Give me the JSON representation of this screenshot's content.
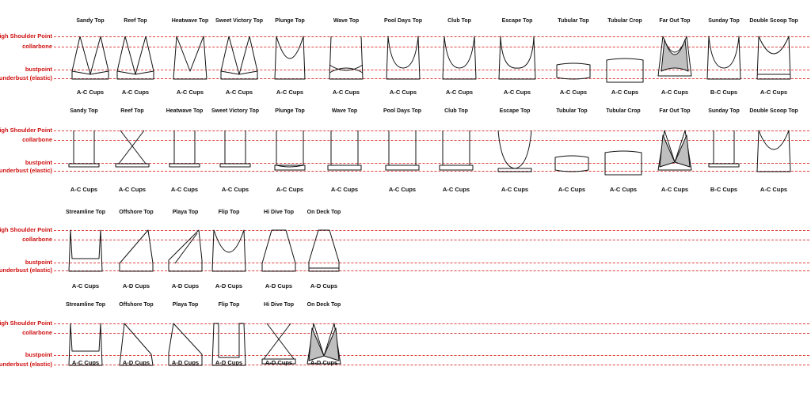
{
  "measure_labels": {
    "high_shoulder": "High Shoulder Point",
    "collarbone": "collarbone",
    "bustpoint": "bustpoint",
    "underbust": "underbust (elastic)"
  },
  "rows": [
    {
      "tops": [
        {
          "name": "Sandy Top",
          "cups": "A-C Cups",
          "shape": "tri"
        },
        {
          "name": "Reef Top",
          "cups": "A-C Cups",
          "shape": "tri"
        },
        {
          "name": "Heatwave Top",
          "cups": "A-C Cups",
          "shape": "vneck"
        },
        {
          "name": "Sweet Victory Top",
          "cups": "A-C Cups",
          "shape": "tri"
        },
        {
          "name": "Plunge Top",
          "cups": "A-C Cups",
          "shape": "plunge"
        },
        {
          "name": "Wave Top",
          "cups": "A-C Cups",
          "shape": "wave"
        },
        {
          "name": "Pool Days Top",
          "cups": "A-C Cups",
          "shape": "scoop"
        },
        {
          "name": "Club Top",
          "cups": "A-C Cups",
          "shape": "scoop"
        },
        {
          "name": "Escape Top",
          "cups": "A-C Cups",
          "shape": "escape"
        },
        {
          "name": "Tubular Top",
          "cups": "A-C Cups",
          "shape": "tube"
        },
        {
          "name": "Tubular Crop",
          "cups": "A-C Cups",
          "shape": "tubecrop"
        },
        {
          "name": "Far Out Top",
          "cups": "A-C Cups",
          "shape": "halter"
        },
        {
          "name": "Sunday Top",
          "cups": "B-C Cups",
          "shape": "scoop"
        },
        {
          "name": "Double Scoop Top",
          "cups": "A-C Cups",
          "shape": "dscoop"
        }
      ]
    },
    {
      "tops": [
        {
          "name": "Sandy Top",
          "cups": "A-C Cups",
          "shape": "band"
        },
        {
          "name": "Reef Top",
          "cups": "A-C Cups",
          "shape": "cross"
        },
        {
          "name": "Heatwave Top",
          "cups": "A-C Cups",
          "shape": "band"
        },
        {
          "name": "Sweet Victory Top",
          "cups": "A-C Cups",
          "shape": "band"
        },
        {
          "name": "Plunge Top",
          "cups": "A-C Cups",
          "shape": "backu"
        },
        {
          "name": "Wave Top",
          "cups": "A-C Cups",
          "shape": "backstraight"
        },
        {
          "name": "Pool Days Top",
          "cups": "A-C Cups",
          "shape": "backstraight"
        },
        {
          "name": "Club Top",
          "cups": "A-C Cups",
          "shape": "backstraight"
        },
        {
          "name": "Escape Top",
          "cups": "A-C Cups",
          "shape": "escapeback"
        },
        {
          "name": "Tubular Top",
          "cups": "A-C Cups",
          "shape": "tube"
        },
        {
          "name": "Tubular Crop",
          "cups": "A-C Cups",
          "shape": "tubecrop"
        },
        {
          "name": "Far Out Top",
          "cups": "A-C Cups",
          "shape": "racer"
        },
        {
          "name": "Sunday Top",
          "cups": "B-C Cups",
          "shape": "band"
        },
        {
          "name": "Double Scoop Top",
          "cups": "A-C Cups",
          "shape": "dscoopback"
        }
      ]
    },
    {
      "tops": [
        {
          "name": "Streamline Top",
          "cups": "A-C Cups",
          "shape": "square"
        },
        {
          "name": "Offshore Top",
          "cups": "A-D Cups",
          "shape": "oneshoulder"
        },
        {
          "name": "Playa Top",
          "cups": "A-D Cups",
          "shape": "oneshoulder2"
        },
        {
          "name": "Flip Top",
          "cups": "A-D Cups",
          "shape": "deepu"
        },
        {
          "name": "Hi Dive Top",
          "cups": "A-D Cups",
          "shape": "hineck"
        },
        {
          "name": "On Deck Top",
          "cups": "A-D Cups",
          "shape": "hineck2"
        }
      ]
    },
    {
      "tops": [
        {
          "name": "Streamline Top",
          "cups": "A-C Cups",
          "shape": "squareback"
        },
        {
          "name": "Offshore Top",
          "cups": "A-D Cups",
          "shape": "osback"
        },
        {
          "name": "Playa Top",
          "cups": "A-D Cups",
          "shape": "playaback"
        },
        {
          "name": "Flip Top",
          "cups": "A-D Cups",
          "shape": "flipback"
        },
        {
          "name": "Hi Dive Top",
          "cups": "A-D Cups",
          "shape": "xback"
        },
        {
          "name": "On Deck Top",
          "cups": "A-D Cups",
          "shape": "racer"
        }
      ]
    }
  ]
}
